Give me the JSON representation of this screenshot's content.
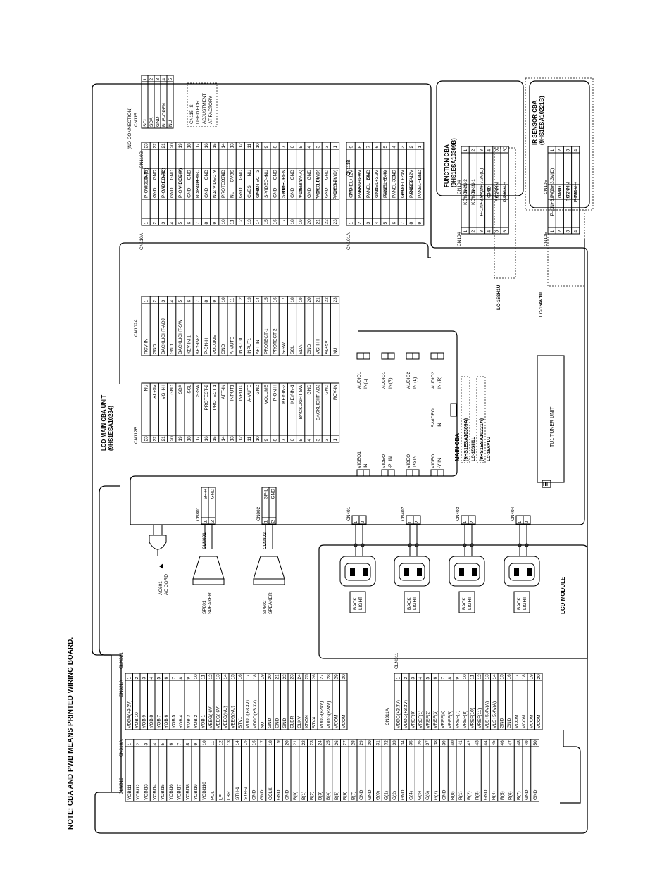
{
  "note": "NOTE: CBA AND PWB MEANS PRINTED WIRING BOARD.",
  "main_title": "LCD MAIN CBA UNIT",
  "main_part": "(9HS1ESA10234)",
  "function_title": "FUNCTION CBA",
  "function_part": "(9HS1ESA10309B)",
  "ir_title": "IR SENSOR CBA",
  "ir_part": "(9HS1ESA10221B)",
  "lcd_module": "LCD MODULE",
  "main_cba_label": "MAIN CBA",
  "main_cba_parts": [
    "(9HS1ESA10309A)",
    "LC-15SH1U",
    "(9HS1ESA10221A)",
    "LC-15AV1U"
  ],
  "tuner": "TU1  TUNER UNIT",
  "model_function": "LC-15SH1U",
  "model_ir": "LC-15AV1U",
  "cn115_note": [
    "CN115 IS",
    "USED FOR",
    "ADJUSTMENT",
    "AT FACTORY"
  ],
  "cn115_title": [
    "(NO CONNECTION)",
    "CN115"
  ],
  "cn115": [
    "SCL",
    "SDA",
    "GND",
    "BUS-OPEN",
    "NU"
  ],
  "cn110a": {
    "name": "CN110A",
    "pins": [
      "VIDEO-Pr",
      "GND",
      "VIDEO-Pb",
      "GND",
      "VIDEO-Y",
      "GND",
      "S-VIDEO-C",
      "GND",
      "S-VIDEO-Y",
      "GND",
      "CVBS",
      "GND",
      "NU",
      "PROTECT-3",
      "NU",
      "GND",
      "BUS-OPEN",
      "GND",
      "P-ON+3.3V(A)",
      "GND",
      "P-ON+1.8V(D)",
      "GND",
      "P-ON+3.3V(D)"
    ]
  },
  "cn110b": {
    "name": "CN110B",
    "pins": [
      "VIDEO-Pr",
      "GND",
      "VIDEO-Pb",
      "GND",
      "VIDEO-Y",
      "GND",
      "S-VIDEO-C",
      "GND",
      "S-VIDEO-Y",
      "GND",
      "CVBS",
      "GND",
      "NU",
      "PROTECT-3",
      "NU",
      "GND",
      "BUS-OPEN",
      "GND",
      "P-ON+3.3V(A)",
      "GND",
      "P-ON+1.8V(D)",
      "GND",
      "P-ON+3.3V(D)"
    ]
  },
  "cn102a": {
    "name": "CN102A",
    "pins": [
      "RCV-IN",
      "GND",
      "BACKLIGHT-ADJ",
      "GND",
      "BACKLIGHT-SW",
      "KEY-IN-1",
      "KEY-IN-2",
      "P-ON-H",
      "VOLUME",
      "GND",
      "A-MUTE",
      "INPUT0",
      "INPUT1",
      "AFT-IN",
      "PROTECT-1",
      "PROTECT-2",
      "S-SW",
      "SCL",
      "SDA",
      "GND",
      "VGH-H",
      "AL+5V",
      "NU"
    ]
  },
  "cn112b": {
    "name": "CN112B",
    "pins": [
      "RCV-IN",
      "GND",
      "BACKLIGHT-ADJ",
      "GND",
      "BACKLIGHT-SW",
      "KEY-IN-1",
      "KEY-IN-2",
      "P-ON-H",
      "VOLUME",
      "GND",
      "A-MUTE",
      "INPUT0",
      "INPUT1",
      "AFT-IN",
      "PROTECT-1",
      "PROTECT-2",
      "S-SW",
      "SCL",
      "SDA",
      "GND",
      "VGH-H",
      "AL+5V",
      "NU"
    ]
  },
  "cn101a": {
    "name": "CN101A",
    "pins": [
      "PANEL+12V",
      "PANEL-9V",
      "GND",
      "PANEL+3.3V",
      "PANEL+5.4V",
      "GND",
      "PANEL+24V",
      "PANEL-12V",
      "GND"
    ]
  },
  "cn111b": {
    "name": "CN111B",
    "pins": [
      "PANEL+12V",
      "PANEL-9V",
      "GND",
      "PANEL-3.3V",
      "PANEL+5.4V",
      "GND",
      "PANEL+24V",
      "PANEL-12V",
      "GND"
    ]
  },
  "cn104_main": {
    "name": "CN104",
    "pins": [
      "KEY-IN-2",
      "KEY-IN-1",
      "P-ON+3.3V(D)",
      "GND",
      "RCV-IN",
      "P-ON-H"
    ]
  },
  "cn104_func": {
    "name": "CN104",
    "pins": [
      "KEY-IN-2",
      "KEY-IN-1",
      "P-ON+3.3V(D)",
      "GND",
      "RCV-IN",
      "P-ON-H"
    ]
  },
  "cn105_main": {
    "name": "CN105",
    "pins": [
      "P-ON+3.3V(D)",
      "GND",
      "RCV-IN",
      "P-ON-H"
    ]
  },
  "cn105_ir": {
    "name": "CN105",
    "pins": [
      "P-ON+3.3V(D)",
      "GND",
      "RCV-IN",
      "P-ON-H"
    ]
  },
  "av_inputs": [
    {
      "label": "VIDEO1",
      "sub": "IN"
    },
    {
      "label": "VIDEO",
      "sub": "-Pr  IN"
    },
    {
      "label": "VIDEO",
      "sub": "-Pb  IN"
    },
    {
      "label": "VIDEO",
      "sub": "-Y  IN"
    }
  ],
  "svideo": {
    "label": "S-VIDEO",
    "sub": "IN"
  },
  "audio_inputs": [
    {
      "label": "AUDIO1",
      "sub": "IN(L)"
    },
    {
      "label": "AUDIO1",
      "sub": "IN(R)"
    },
    {
      "label": "AUDIO2",
      "sub": "IN (L)"
    },
    {
      "label": "AUDIO2",
      "sub": "IN (R)"
    }
  ],
  "cn801": {
    "name": "CN801",
    "pins": [
      "SP-R",
      "GND"
    ]
  },
  "cn802": {
    "name": "CN802",
    "pins": [
      "SP-L",
      "GND"
    ]
  },
  "cln801": "CLN801",
  "cln802": "CLN802",
  "sp801": [
    "SP801",
    "SPEAKER"
  ],
  "sp802": [
    "SP802",
    "SPEAKER"
  ],
  "ac": [
    "AC601",
    "AC CORD"
  ],
  "inverter_cns": [
    "CN401",
    "CN402",
    "CN403",
    "CN404"
  ],
  "backlight": [
    "BACK",
    "LIGHT"
  ],
  "cln321": {
    "name": "CLN321",
    "pins": [
      "VDDA(+9.2V)",
      "YOBI10",
      "YOBI9",
      "YOBI8",
      "YOBI7",
      "YOBI6",
      "YOBI5",
      "YOBI4",
      "YOBI3",
      "YOBI2",
      "YOBI1",
      "VEEG(-6V)",
      "VEEG(-6V)",
      "VEEG(NU)",
      "VEEG(NU)",
      "STV1",
      "VDDD(+3.3V)",
      "VDDD(+3.3V)",
      "NU",
      "GND",
      "GND",
      "GND",
      "CLBR",
      "CLKV",
      "XDON",
      "STV4",
      "VDDG(+24V)",
      "VDDG(+24V)",
      "VCOM",
      "VCOM"
    ]
  },
  "cln311": {
    "name": "CLN311",
    "pins": [
      "VDDD(+3.3V)",
      "VDDD(+3.3V)",
      "VREF(0)",
      "VREF(1)",
      "VREF(2)",
      "VREF(3)",
      "VREF(4)",
      "VREF(5)",
      "VREF(7)",
      "VREF(8)",
      "VREF(10)",
      "VREF(11)",
      "VLS+5.4V(A)",
      "VLS+5.4V(A)",
      "GND",
      "GND",
      "VCOM",
      "VCOM",
      "VCOM",
      "VCOM"
    ]
  },
  "cn321a": "CN321A",
  "cn311a": "CN311A",
  "cn310a": "CN310A",
  "cln310": {
    "name": "CLN310",
    "pins": [
      "YOBI11",
      "YOBI12",
      "YOBI13",
      "YOBI14",
      "YOBI15",
      "YOBI16",
      "YOBI17",
      "YOBI18",
      "YOBI19",
      "YOBI110",
      "POL",
      "LP",
      "LBR",
      "STH-1",
      "STH-2",
      "GND",
      "GND",
      "OCLK",
      "GND",
      "GND",
      "B(0)",
      "B(1)",
      "B(2)",
      "B(3)",
      "B(4)",
      "B(5)",
      "B(6)",
      "B(7)",
      "GND",
      "GND",
      "G(0)",
      "G(1)",
      "G(2)",
      "GND",
      "G(4)",
      "G(5)",
      "G(6)",
      "G(7)",
      "GND",
      "R(0)",
      "R(1)",
      "R(2)",
      "R(3)",
      "GND",
      "R(4)",
      "R(5)",
      "R(6)",
      "R(7)",
      "GND",
      "GND"
    ]
  }
}
